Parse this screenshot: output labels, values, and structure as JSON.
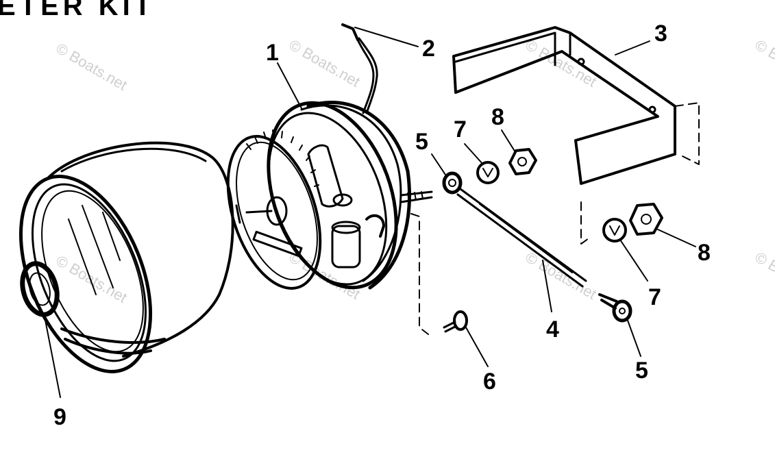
{
  "title": "ETER KIT",
  "watermark": "© Boats.net",
  "callouts": [
    "1",
    "2",
    "3",
    "4",
    "5",
    "5",
    "6",
    "7",
    "7",
    "8",
    "8",
    "9"
  ],
  "colors": {
    "ink": "#000000",
    "paper": "#ffffff",
    "watermark": "#cfcfcf"
  }
}
